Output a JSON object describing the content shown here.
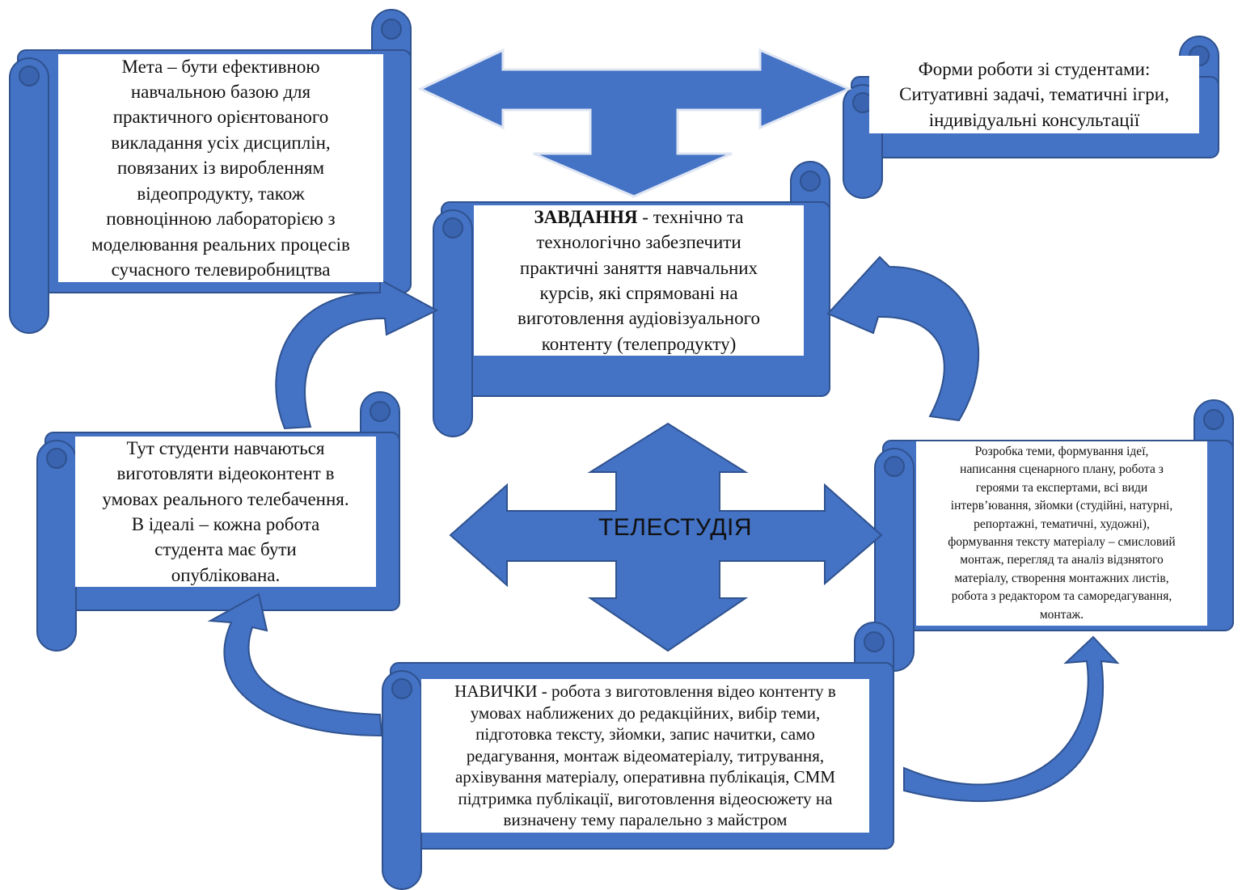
{
  "colors": {
    "scroll": "#4472c4",
    "scroll_stroke": "#2f528f",
    "text": "#111111",
    "box": "#ffffff"
  },
  "boxes": {
    "meta": {
      "lines": [
        "Мета – бути ефективною",
        "навчальною базою для",
        "практичного орієнтованого",
        "викладання усіх дисциплін,",
        "повязаних із виробленням",
        "відеопродукту, також",
        "повноцінною лабораторією з",
        "моделювання реальних процесів",
        "сучасного телевиробництва"
      ]
    },
    "forms": {
      "lines": [
        "Форми роботи зі студентами:",
        "Ситуативні задачі, тематичні ігри,",
        "індивідуальні консультації"
      ]
    },
    "task": {
      "bold": "ЗАВДАННЯ",
      "first_rest": " - технічно та",
      "lines": [
        "технологічно забезпечити",
        "практичні заняття навчальних",
        "курсів, які спрямовані на",
        "виготовлення аудіовізуального",
        "контенту (телепродукту)"
      ]
    },
    "students": {
      "lines": [
        "Тут студенти навчаються",
        "виготовляти відеоконтент в",
        "умовах реального телебачення.",
        "В ідеалі – кожна робота",
        "студента має бути",
        "опублікована."
      ]
    },
    "work": {
      "lines": [
        "Розробка теми, формування ідеї,",
        "написання сценарного плану, робота з",
        "героями та експертами, всі види",
        "інтерв’ювання, зйомки  (студійні, натурні,",
        "репортажні, тематичні, художні),",
        "формування тексту матеріалу – смисловий",
        "монтаж, перегляд та аналіз відзнятого",
        "матеріалу, створення монтажних листів,",
        "робота з редактором та саморедагування,",
        "монтаж."
      ]
    },
    "skills": {
      "lines": [
        "НАВИЧКИ - робота з виготовлення відео контенту в",
        "умовах наближених до редакційних, вибір теми,",
        "підготовка тексту, зйомки, запис начитки, само",
        "редагування, монтаж відеоматеріалу, титрування,",
        "архівування матеріалу, оперативна публікація, СММ",
        "підтримка публікації, виготовлення відеосюжету на",
        "визначену тему паралельно з майстром"
      ]
    }
  },
  "center_label": "ТЕЛЕСТУДІЯ"
}
